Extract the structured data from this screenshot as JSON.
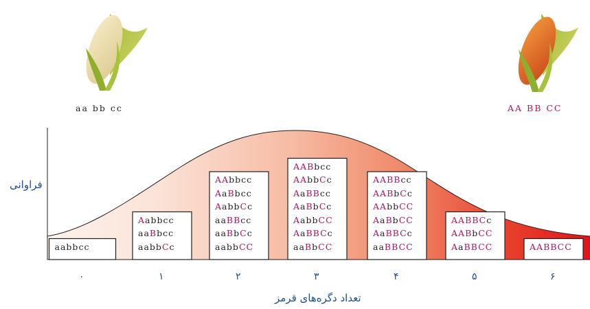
{
  "labels": {
    "white_genotype": "aa bb cc",
    "red_genotype": "AA BB CC",
    "y_axis": "فراوانی",
    "x_axis": "تعداد دگره‌های قرمز"
  },
  "x_ticks": [
    "۰",
    "۱",
    "۲",
    "۳",
    "۴",
    "۵",
    "۶"
  ],
  "colors": {
    "allele_red": "#b0155e",
    "allele_black": "#231f20",
    "axis_text": "#1f4e8c",
    "gradient_light": "#fbe7dc",
    "gradient_dark": "#e4141a"
  },
  "chart_data": {
    "type": "bar",
    "categories": [
      "0",
      "1",
      "2",
      "3",
      "4",
      "5",
      "6"
    ],
    "values": [
      1,
      3,
      6,
      7,
      6,
      3,
      1
    ],
    "genotype_lists": [
      [
        "aabbcc"
      ],
      [
        "Aabbcc",
        "aaBbcc",
        "aabbCc"
      ],
      [
        "AAbbcc",
        "AaBbcc",
        "AabbCc",
        "aaBBcc",
        "aaBbCc",
        "aabbCC"
      ],
      [
        "AABbcc",
        "AAbbCc",
        "AaBBcc",
        "AaBbCc",
        "AabbCC",
        "AaBBCc",
        "aaBbCC"
      ],
      [
        "AABBcc",
        "AABbCc",
        "AAbbCC",
        "AaBbCC",
        "AaBBCc",
        "aaBBCC"
      ],
      [
        "AABBCc",
        "AABbCC",
        "AaBBCC"
      ],
      [
        "AABBCC"
      ]
    ],
    "icons": [
      "white-corn-icon",
      "red-corn-icon"
    ]
  }
}
